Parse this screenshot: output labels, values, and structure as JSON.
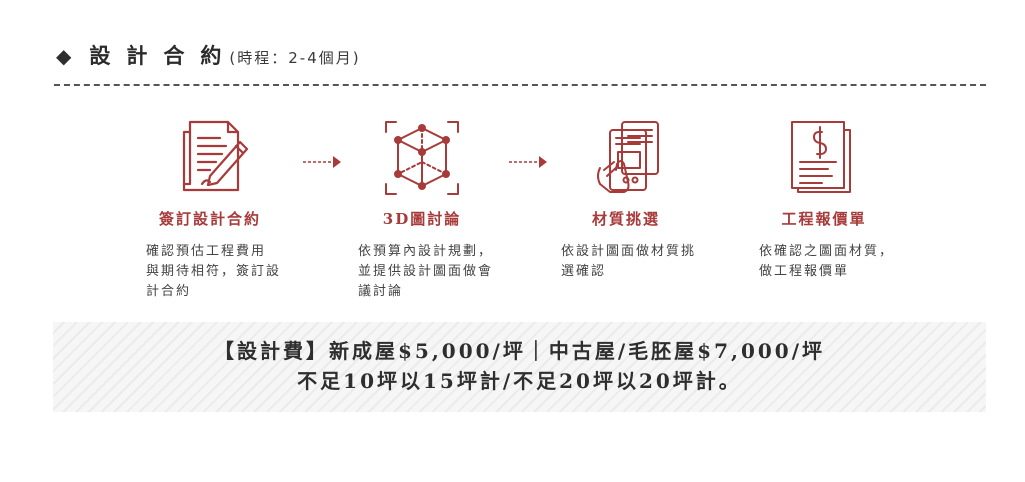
{
  "section": {
    "marker": "◆",
    "title": "設計合約",
    "duration": "(時程：2-4個月)"
  },
  "steps": [
    {
      "icon": "contract-signing-icon",
      "title": "簽訂設計合約",
      "desc_lines": [
        "確認預估工程費用",
        "與期待相符，簽訂設",
        "計合約"
      ]
    },
    {
      "icon": "3d-cube-icon",
      "title": "3D圖討論",
      "desc_lines": [
        "依預算內設計規劃，",
        "並提供設計圖面做會",
        "議討論"
      ]
    },
    {
      "icon": "material-swatch-icon",
      "title": "材質挑選",
      "desc_lines": [
        "依設計圖面做材質挑",
        "選確認"
      ]
    },
    {
      "icon": "quotation-invoice-icon",
      "title": "工程報價單",
      "desc_lines": [
        "依確認之圖面材質，",
        "做工程報價單"
      ]
    }
  ],
  "fee": {
    "line1": "【設計費】新成屋$5,000/坪｜中古屋/毛胚屋$7,000/坪",
    "line2": "不足10坪以15坪計/不足20坪以20坪計。"
  },
  "colors": {
    "accent": "#a83a3a",
    "text": "#333333",
    "dash": "#555555"
  }
}
